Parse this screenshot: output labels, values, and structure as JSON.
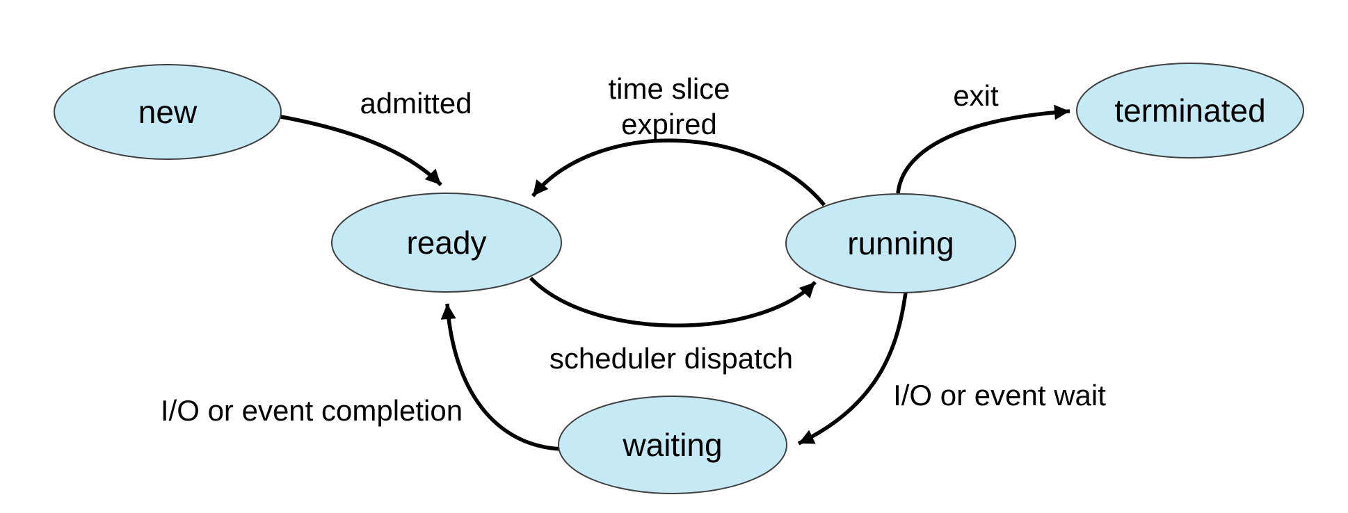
{
  "diagram": {
    "kind": "process-state-diagram",
    "colors": {
      "background": "#ffffff",
      "state_fill": "#c6e9f6",
      "state_stroke": "#3f3f3f",
      "arrow": "#000000",
      "text": "#000000"
    },
    "states": [
      {
        "id": "new",
        "label": "new"
      },
      {
        "id": "ready",
        "label": "ready"
      },
      {
        "id": "running",
        "label": "running"
      },
      {
        "id": "terminated",
        "label": "terminated"
      },
      {
        "id": "waiting",
        "label": "waiting"
      }
    ],
    "transitions": [
      {
        "from": "new",
        "to": "ready",
        "label": "admitted"
      },
      {
        "from": "running",
        "to": "ready",
        "label": "time slice expired",
        "label_lines": {
          "line1": "time slice",
          "line2": "expired"
        }
      },
      {
        "from": "ready",
        "to": "running",
        "label": "scheduler dispatch"
      },
      {
        "from": "running",
        "to": "terminated",
        "label": "exit"
      },
      {
        "from": "running",
        "to": "waiting",
        "label": "I/O or event wait"
      },
      {
        "from": "waiting",
        "to": "ready",
        "label": "I/O or event completion"
      }
    ]
  }
}
